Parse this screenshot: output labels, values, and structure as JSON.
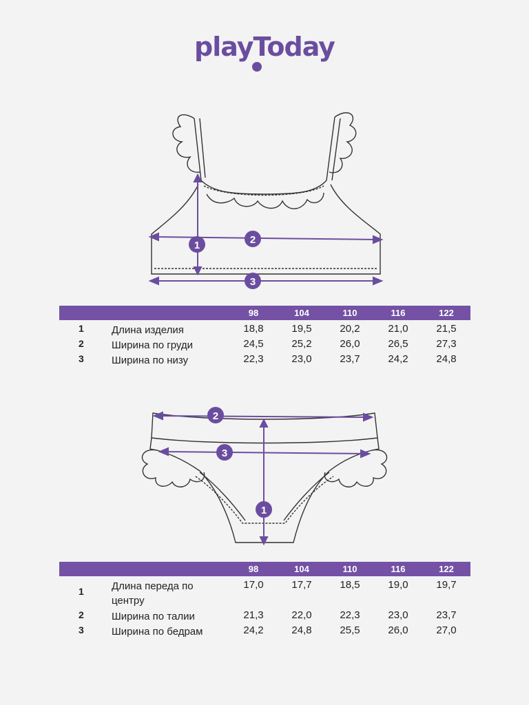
{
  "brand": {
    "logo_text": "playToday",
    "accent": "#7451a5"
  },
  "top": {
    "markers": [
      "1",
      "2",
      "3"
    ],
    "sizes": [
      "98",
      "104",
      "110",
      "116",
      "122"
    ],
    "rows": [
      {
        "num": "1",
        "label": "Длина изделия",
        "values": [
          "18,8",
          "19,5",
          "20,2",
          "21,0",
          "21,5"
        ]
      },
      {
        "num": "2",
        "label": "Ширина по груди",
        "values": [
          "24,5",
          "25,2",
          "26,0",
          "26,5",
          "27,3"
        ]
      },
      {
        "num": "3",
        "label": "Ширина по низу",
        "values": [
          "22,3",
          "23,0",
          "23,7",
          "24,2",
          "24,8"
        ]
      }
    ]
  },
  "bottom": {
    "markers": [
      "1",
      "2",
      "3"
    ],
    "sizes": [
      "98",
      "104",
      "110",
      "116",
      "122"
    ],
    "rows": [
      {
        "num": "1",
        "label": "Длина переда по центру",
        "values": [
          "17,0",
          "17,7",
          "18,5",
          "19,0",
          "19,7"
        ]
      },
      {
        "num": "2",
        "label": "Ширина по талии",
        "values": [
          "21,3",
          "22,0",
          "22,3",
          "23,0",
          "23,7"
        ]
      },
      {
        "num": "3",
        "label": "Ширина по бедрам",
        "values": [
          "24,2",
          "24,8",
          "25,5",
          "26,0",
          "27,0"
        ]
      }
    ]
  }
}
